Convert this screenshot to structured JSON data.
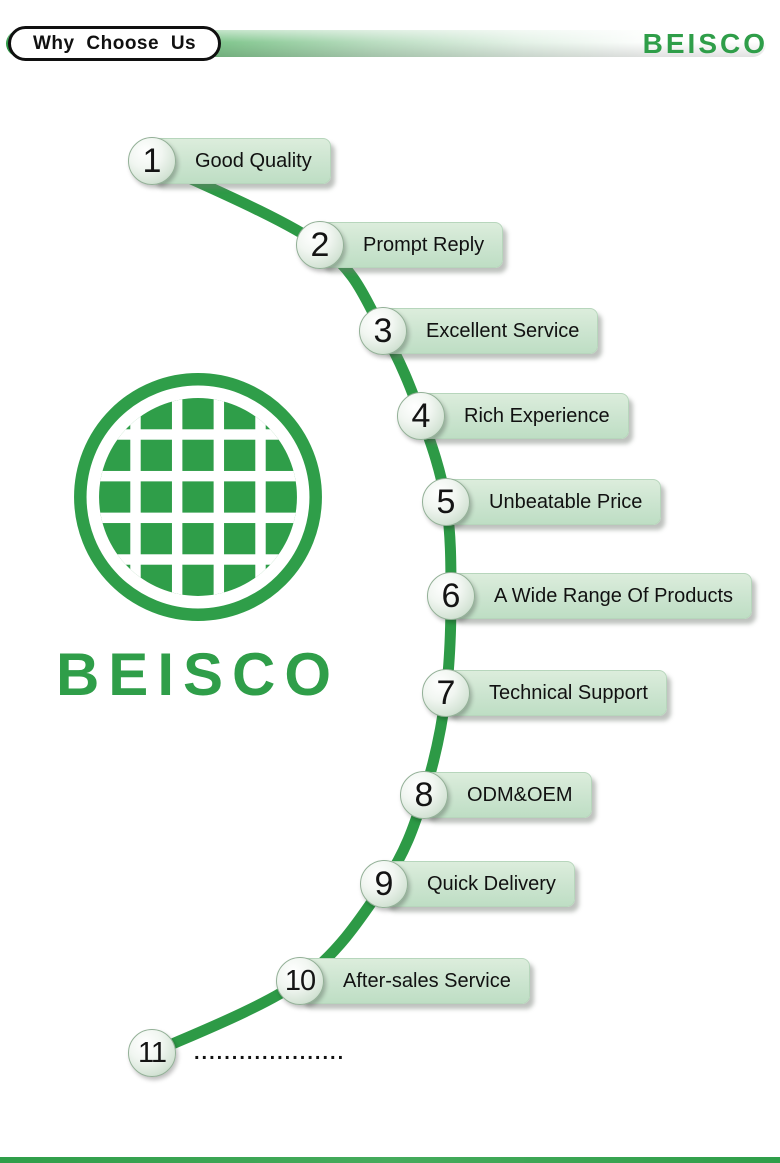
{
  "header": {
    "title": "Why Choose Us",
    "brand": "BEISCO"
  },
  "logo": {
    "wordmark": "BEISCO"
  },
  "colors": {
    "brand_green": "#2f9e49",
    "label_fill": "#cde6d1",
    "curve_stroke": "#2d9a46"
  },
  "items": [
    {
      "num": "1",
      "label": "Good Quality"
    },
    {
      "num": "2",
      "label": "Prompt Reply"
    },
    {
      "num": "3",
      "label": "Excellent Service"
    },
    {
      "num": "4",
      "label": "Rich Experience"
    },
    {
      "num": "5",
      "label": "Unbeatable Price"
    },
    {
      "num": "6",
      "label": "A Wide Range Of Products"
    },
    {
      "num": "7",
      "label": "Technical Support"
    },
    {
      "num": "8",
      "label": "ODM&OEM"
    },
    {
      "num": "9",
      "label": "Quick Delivery"
    },
    {
      "num": "10",
      "label": "After-sales Service"
    },
    {
      "num": "11",
      "label": "...................."
    }
  ]
}
